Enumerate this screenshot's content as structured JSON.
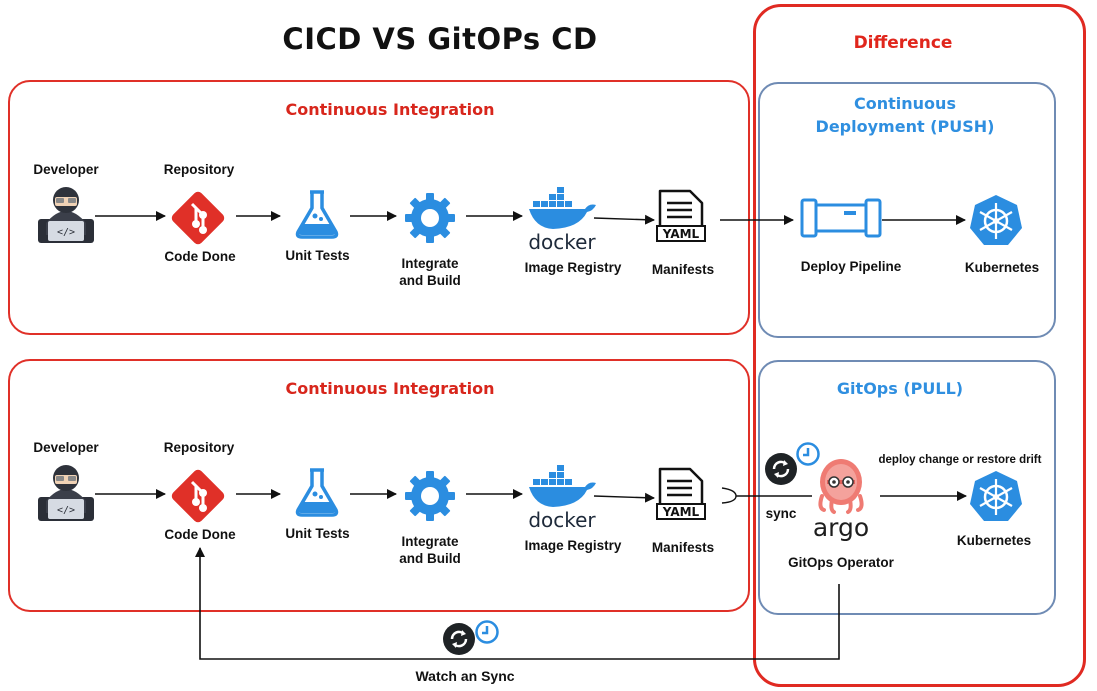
{
  "title": "CICD VS GitOPs CD",
  "difference": {
    "title": "Difference"
  },
  "ci_top": {
    "title": "Continuous Integration",
    "developer": "Developer",
    "repository": "Repository",
    "code_done": "Code Done",
    "unit_tests": "Unit Tests",
    "integrate_build_1": "Integrate",
    "integrate_build_2": "and Build",
    "image_registry": "Image Registry",
    "docker_logo": "docker",
    "yaml_badge": "YAML",
    "manifests": "Manifests"
  },
  "ci_bottom": {
    "title": "Continuous Integration",
    "developer": "Developer",
    "repository": "Repository",
    "code_done": "Code Done",
    "unit_tests": "Unit Tests",
    "integrate_build_1": "Integrate",
    "integrate_build_2": "and Build",
    "image_registry": "Image Registry",
    "docker_logo": "docker",
    "yaml_badge": "YAML",
    "manifests": "Manifests"
  },
  "push": {
    "title_1": "Continuous",
    "title_2": "Deployment (PUSH)",
    "deploy_pipeline": "Deploy Pipeline",
    "kubernetes": "Kubernetes"
  },
  "pull": {
    "title": "GitOps (PULL)",
    "sync": "sync",
    "argo_logo": "argo",
    "gitops_operator": "GitOps Operator",
    "deploy_note": "deploy change or  restore drift",
    "kubernetes": "Kubernetes"
  },
  "watch_sync": "Watch an Sync",
  "colors": {
    "red": "#e03028",
    "blue_accent": "#2f8fe0",
    "panel_border": "#6f8bb4",
    "icon_blue": "#2b8de0",
    "git_red": "#e03028"
  }
}
